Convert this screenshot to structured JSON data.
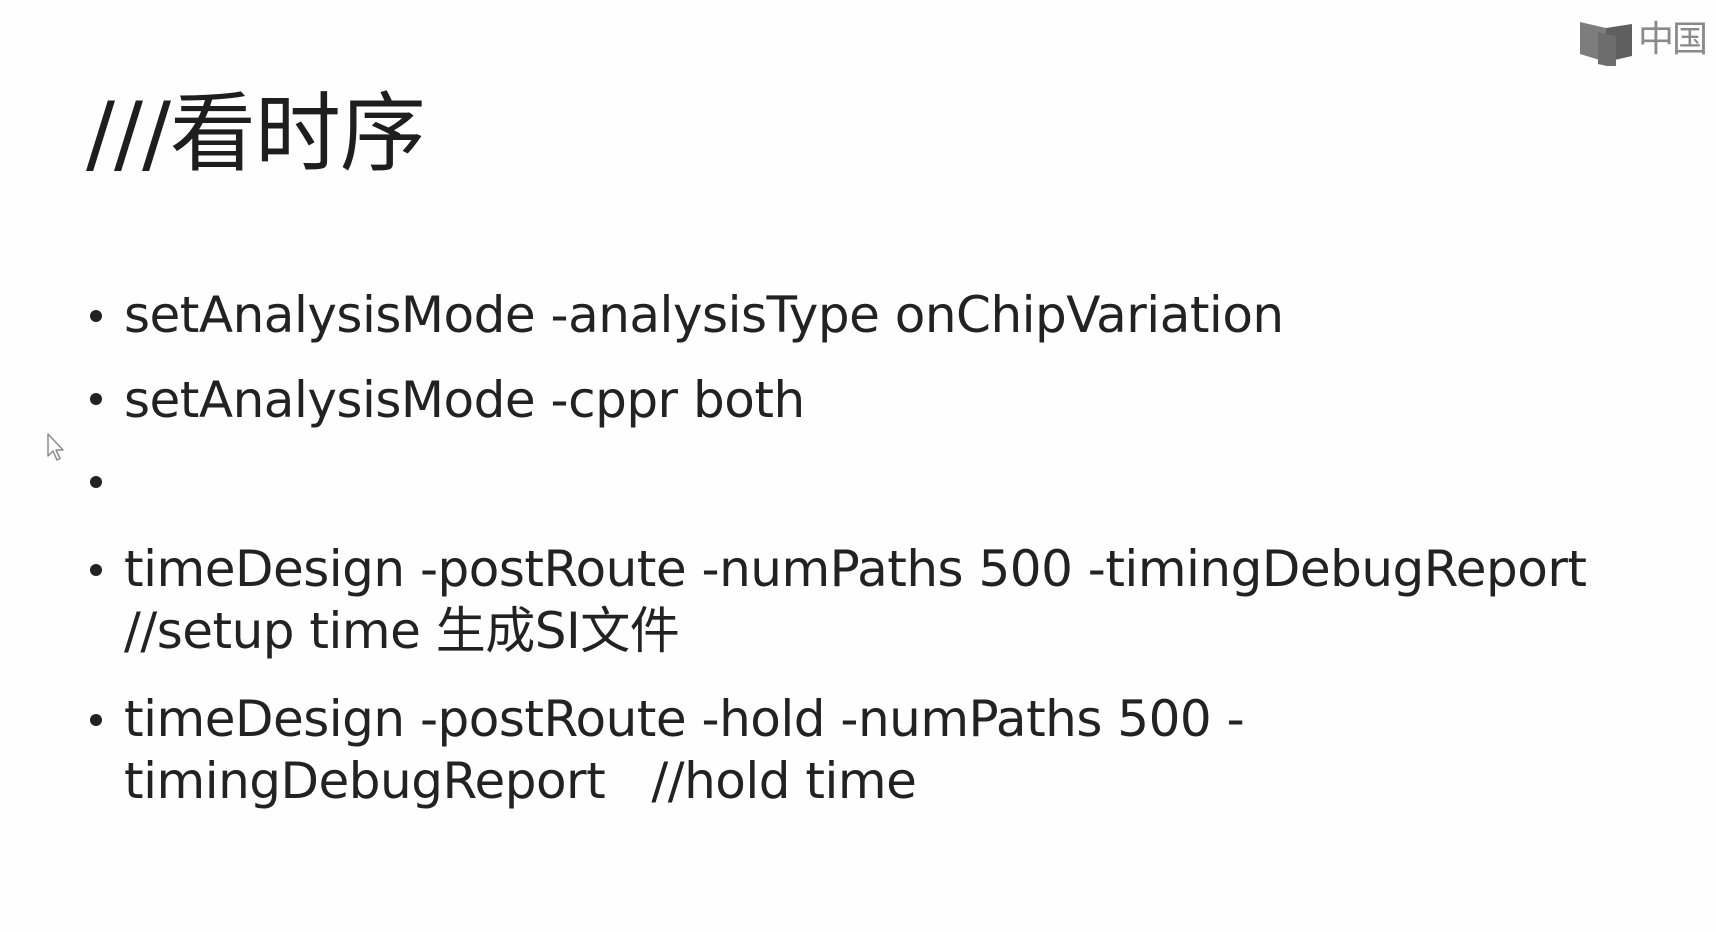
{
  "logo": {
    "text": "中国",
    "icon": "book-logo-icon"
  },
  "slide": {
    "title": "///看时序",
    "bullets": [
      {
        "text": "setAnalysisMode -analysisType onChipVariation"
      },
      {
        "text": "setAnalysisMode -cppr both"
      },
      {
        "text": ""
      },
      {
        "text": "timeDesign -postRoute -numPaths 500 -timingDebugReport\n//setup time 生成SI文件"
      },
      {
        "text": "timeDesign -postRoute -hold -numPaths 500 -\ntimingDebugReport   //hold time"
      }
    ]
  },
  "cursor": {
    "icon": "mouse-pointer-icon"
  },
  "colors": {
    "text": "#222222",
    "background": "#fefefe",
    "logo": "#8a8a8a"
  }
}
